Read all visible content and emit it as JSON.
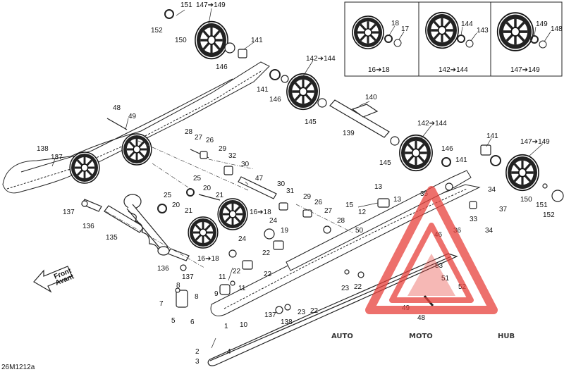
{
  "diagram": {
    "code": "26M1212a",
    "front_arrow_line1": "Front",
    "front_arrow_line2": "Avant",
    "inset_boxes": [
      {
        "label": "16➔18",
        "callouts": [
          "18",
          "17"
        ]
      },
      {
        "label": "142➔144",
        "callouts": [
          "144",
          "143"
        ]
      },
      {
        "label": "147➔149",
        "callouts": [
          "149",
          "148"
        ]
      }
    ],
    "callouts": [
      "151",
      "147➔149",
      "152",
      "150",
      "141",
      "146",
      "142➔144",
      "141",
      "146",
      "140",
      "145",
      "139",
      "142➔144",
      "141",
      "147➔149",
      "146",
      "145",
      "141",
      "48",
      "49",
      "138",
      "137",
      "28",
      "27",
      "26",
      "29",
      "32",
      "30",
      "25",
      "20",
      "47",
      "21",
      "25",
      "20",
      "21",
      "16➔18",
      "30",
      "31",
      "29",
      "26",
      "27",
      "28",
      "24",
      "19",
      "22",
      "24",
      "137",
      "136",
      "135",
      "16➔18",
      "22",
      "136",
      "137",
      "13",
      "15",
      "12",
      "13",
      "50",
      "35",
      "34",
      "37",
      "33",
      "34",
      "150",
      "151",
      "152",
      "46",
      "36",
      "11",
      "9",
      "8",
      "7",
      "8",
      "5",
      "6",
      "10",
      "1",
      "11",
      "22",
      "137",
      "138",
      "23",
      "22",
      "23",
      "22",
      "53",
      "51",
      "52",
      "49",
      "48",
      "2",
      "4",
      "3"
    ]
  },
  "watermark": {
    "brand_part1": "AUTO",
    "brand_part2": "MOTO",
    "brand_part3": "HUB"
  },
  "colors": {
    "line": "#222222",
    "watermark_red": "#e8413b",
    "watermark_orange": "#f2a85a",
    "watermark_dark": "#5f5f5f"
  }
}
